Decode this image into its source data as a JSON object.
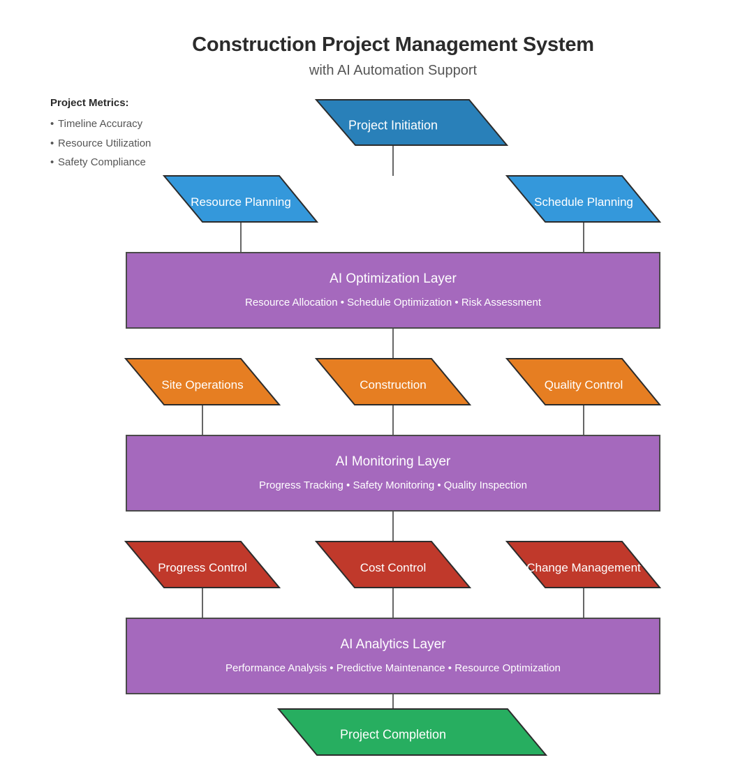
{
  "header": {
    "title": "Construction Project Management System",
    "subtitle": "with AI Automation Support"
  },
  "metrics": {
    "heading": "Project Metrics:",
    "bullet": "•",
    "items": [
      "Timeline Accuracy",
      "Resource Utilization",
      "Safety Compliance"
    ]
  },
  "colors": {
    "initiation": "#2980b9",
    "planning": "#3498db",
    "operations": "#e67e22",
    "control": "#c0392b",
    "completion": "#27ae60",
    "ai_layer": "#a569bd",
    "stroke": "#2c2c2c",
    "connector": "#666666"
  },
  "nodes": {
    "initiation": "Project Initiation",
    "planning": [
      "Resource Planning",
      "Schedule Planning"
    ],
    "operations": [
      "Site Operations",
      "Construction",
      "Quality Control"
    ],
    "control": [
      "Progress Control",
      "Cost Control",
      "Change Management"
    ],
    "completion": "Project Completion"
  },
  "layers": [
    {
      "title": "AI Optimization Layer",
      "subtitle": "Resource Allocation • Schedule Optimization • Risk Assessment"
    },
    {
      "title": "AI Monitoring Layer",
      "subtitle": "Progress Tracking • Safety Monitoring • Quality Inspection"
    },
    {
      "title": "AI Analytics Layer",
      "subtitle": "Performance Analysis • Predictive Maintenance • Resource Optimization"
    }
  ]
}
